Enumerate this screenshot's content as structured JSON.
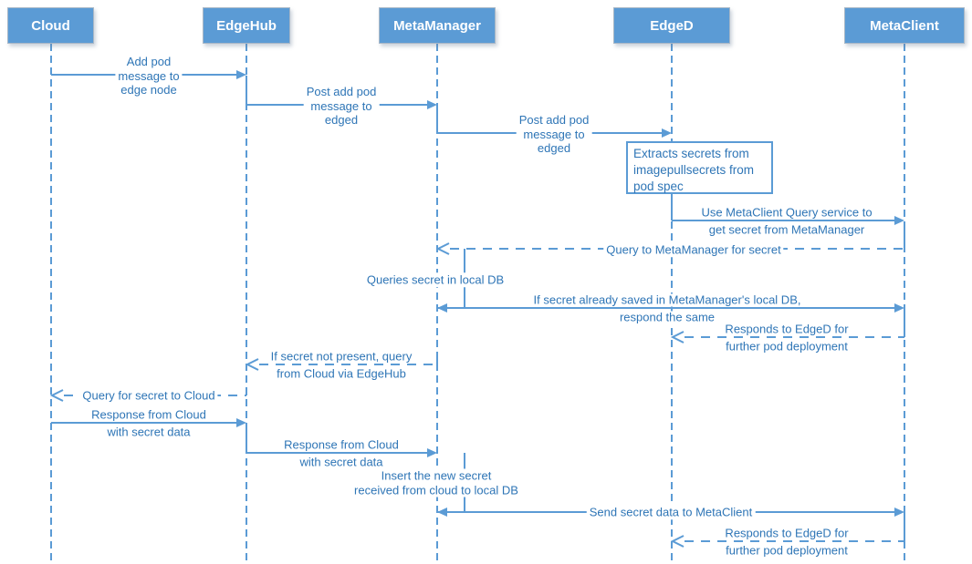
{
  "diagram_type": "sequence-diagram",
  "colors": {
    "line": "#5b9bd5",
    "label-text": "#2e75b6",
    "actor-fill": "#5b9bd5",
    "actor-border": "#a9b8c7",
    "actor-text": "#ffffff",
    "bg": "#ffffff"
  },
  "actors": [
    {
      "name": "Cloud"
    },
    {
      "name": "EdgeHub"
    },
    {
      "name": "MetaManager"
    },
    {
      "name": "EdgeD"
    },
    {
      "name": "MetaClient"
    }
  ],
  "note": {
    "attached_to": "EdgeD",
    "text": "Extracts secrets from\nimagepullsecrets from\npod spec"
  },
  "messages": [
    {
      "from": "Cloud",
      "to": "EdgeHub",
      "style": "solid",
      "label": "Add pod\nmessage to\nedge node"
    },
    {
      "from": "EdgeHub",
      "to": "MetaManager",
      "style": "solid",
      "label": "Post add pod\nmessage to\nedged"
    },
    {
      "from": "MetaManager",
      "to": "EdgeD",
      "style": "solid",
      "label": "Post add pod\nmessage to\nedged"
    },
    {
      "from": "EdgeD",
      "to": "MetaClient",
      "style": "solid",
      "label": "Use MetaClient Query service to\nget secret from MetaManager"
    },
    {
      "from": "MetaClient",
      "to": "MetaManager",
      "style": "dashed",
      "label": "Query to MetaManager for secret"
    },
    {
      "from": "MetaManager",
      "to": "MetaManager",
      "style": "self",
      "label": "Queries secret in local DB"
    },
    {
      "from": "MetaManager",
      "to": "MetaClient",
      "style": "solid",
      "label": "If secret already saved in MetaManager's local DB,\nrespond the same"
    },
    {
      "from": "MetaClient",
      "to": "EdgeD",
      "style": "dashed",
      "label": "Responds to EdgeD for\nfurther pod deployment"
    },
    {
      "from": "MetaManager",
      "to": "EdgeHub",
      "style": "dashed",
      "label": "If secret not present, query\nfrom Cloud via EdgeHub"
    },
    {
      "from": "EdgeHub",
      "to": "Cloud",
      "style": "dashed",
      "label": "Query for secret to Cloud"
    },
    {
      "from": "Cloud",
      "to": "EdgeHub",
      "style": "solid",
      "label": "Response from Cloud\nwith secret data"
    },
    {
      "from": "EdgeHub",
      "to": "MetaManager",
      "style": "solid",
      "label": "Response from Cloud\nwith secret data"
    },
    {
      "from": "MetaManager",
      "to": "MetaManager",
      "style": "self",
      "label": "Insert the new secret\nreceived from cloud to local DB"
    },
    {
      "from": "MetaManager",
      "to": "MetaClient",
      "style": "solid",
      "label": "Send secret data to MetaClient"
    },
    {
      "from": "MetaClient",
      "to": "EdgeD",
      "style": "dashed",
      "label": "Responds to EdgeD for\nfurther pod deployment"
    }
  ]
}
